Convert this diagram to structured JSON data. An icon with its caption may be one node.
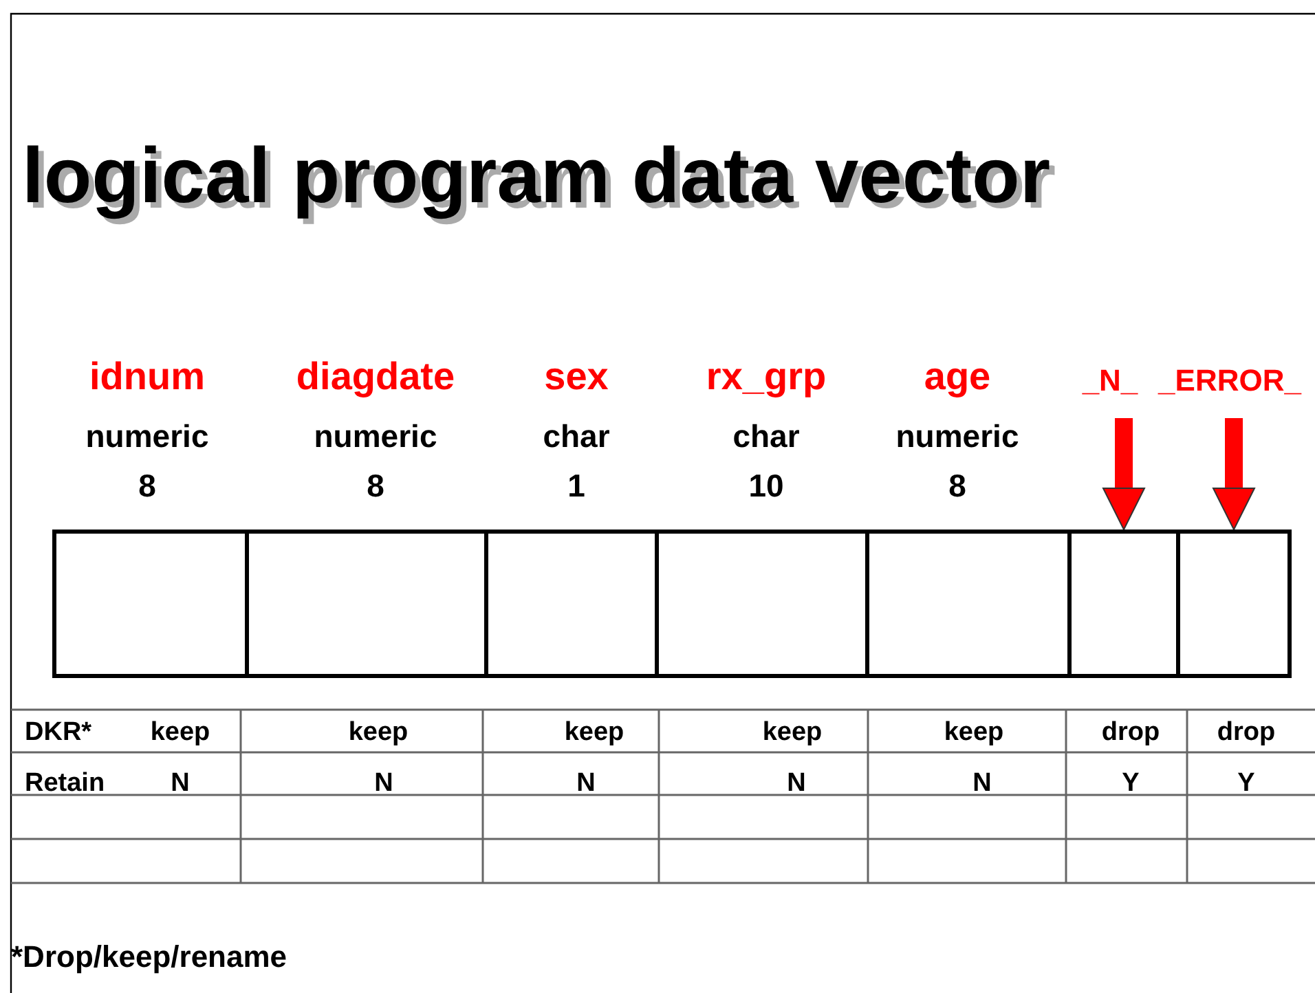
{
  "diagram": {
    "title": "logical program data vector",
    "nodes": [
      {
        "text": [
          "_N_"
        ]
      },
      {
        "text": [
          "_ERROR_"
        ]
      },
      {
        "text": [],
        "shape": "box"
      },
      {
        "text": [],
        "shape": "box"
      },
      {
        "text": [],
        "shape": "box"
      },
      {
        "text": [],
        "shape": "box"
      },
      {
        "text": [],
        "shape": "box"
      },
      {
        "text": [],
        "shape": "box"
      },
      {
        "text": [],
        "shape": "box"
      }
    ],
    "edges": [
      {
        "from": 0,
        "to": 7,
        "arrow": "to"
      },
      {
        "from": 1,
        "to": 8,
        "arrow": "to"
      }
    ],
    "labels": [
      "idnum",
      "diagdate",
      "sex",
      "rx_grp",
      "age",
      "numeric",
      "numeric",
      "char",
      "char",
      "numeric",
      "8",
      "8",
      "1",
      "10",
      "8",
      "DKR*",
      "keep",
      "keep",
      "keep",
      "keep",
      "keep",
      "drop",
      "drop",
      "Retain",
      "N",
      "N",
      "N",
      "N",
      "N",
      "Y",
      "Y",
      "*Drop/keep/rename"
    ]
  }
}
